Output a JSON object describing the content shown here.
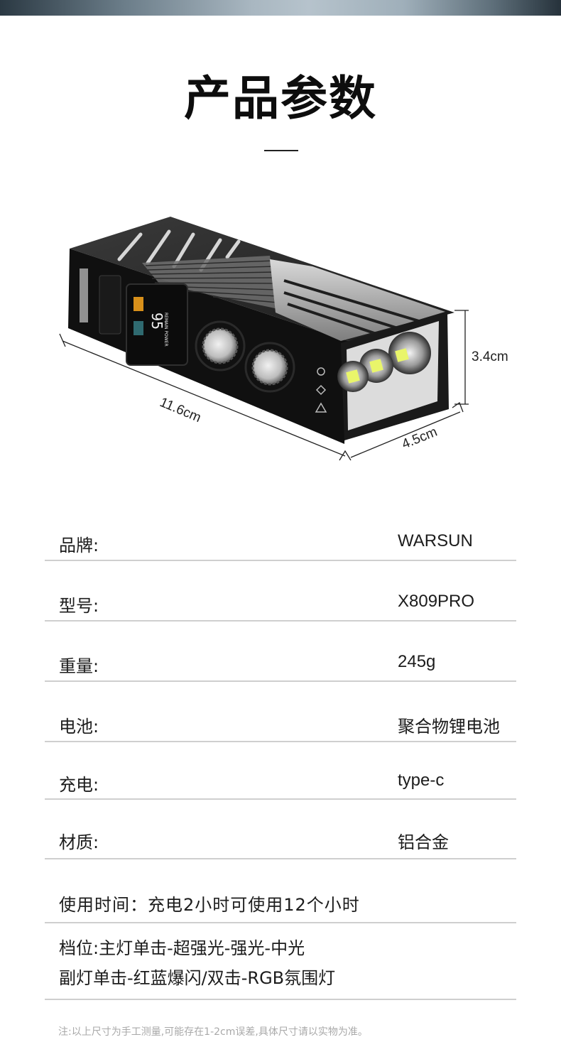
{
  "header": {
    "title": "产品参数"
  },
  "product_image": {
    "alt": "WARSUN X809PRO bike light with display and dual buttons",
    "display_text": "REMAIN POWER",
    "display_value": "95",
    "display_unit": "%",
    "dimensions": {
      "length": "11.6cm",
      "width": "4.5cm",
      "height": "3.4cm"
    }
  },
  "specs": [
    {
      "label": "品牌:",
      "value": "WARSUN"
    },
    {
      "label": "型号:",
      "value": "X809PRO"
    },
    {
      "label": "重量:",
      "value": "245g"
    },
    {
      "label": "电池:",
      "value": "聚合物锂电池"
    },
    {
      "label": "充电:",
      "value": "type-c"
    },
    {
      "label": "材质:",
      "value": "铝合金"
    }
  ],
  "usage": {
    "text": "使用时间：充电2小时可使用12个小时"
  },
  "modes": {
    "line1": "档位:主灯单击-超强光-强光-中光",
    "line2": "副灯单击-红蓝爆闪/双击-RGB氛围灯"
  },
  "footnote": "注:以上尺寸为手工测量,可能存在1-2cm误差,具体尺寸请以实物为准。",
  "colors": {
    "title": "#0d0d0d",
    "text": "#1c1c1c",
    "divider": "#cfcfcf",
    "footnote": "#a9a9a9",
    "led": "#e9f56a",
    "display_orange": "#d8901a",
    "display_teal": "#2f6a70"
  }
}
